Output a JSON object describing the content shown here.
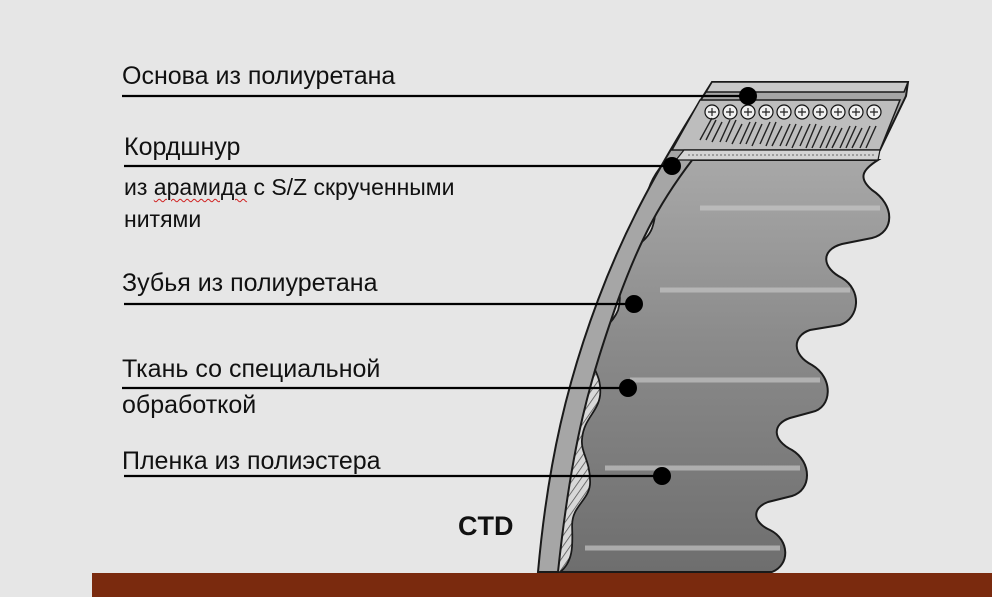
{
  "labels": {
    "base": "Основа из полиуретана",
    "cord": "Кордшнур",
    "cord_detail_1": "арамида",
    "cord_detail_2": "с S/Z скрученными",
    "cord_detail_3": "нитями",
    "cord_detail_prefix": "из",
    "teeth": "Зубья из полиуретана",
    "fabric_1": "Ткань со специальной",
    "fabric_2": "обработкой",
    "film": "Пленка из полиэстера"
  },
  "product_code": "CTD",
  "colors": {
    "background": "#e6e6e6",
    "belt_body": "#8c8c8c",
    "floor": "#7a2a0e",
    "leader": "#000000"
  }
}
